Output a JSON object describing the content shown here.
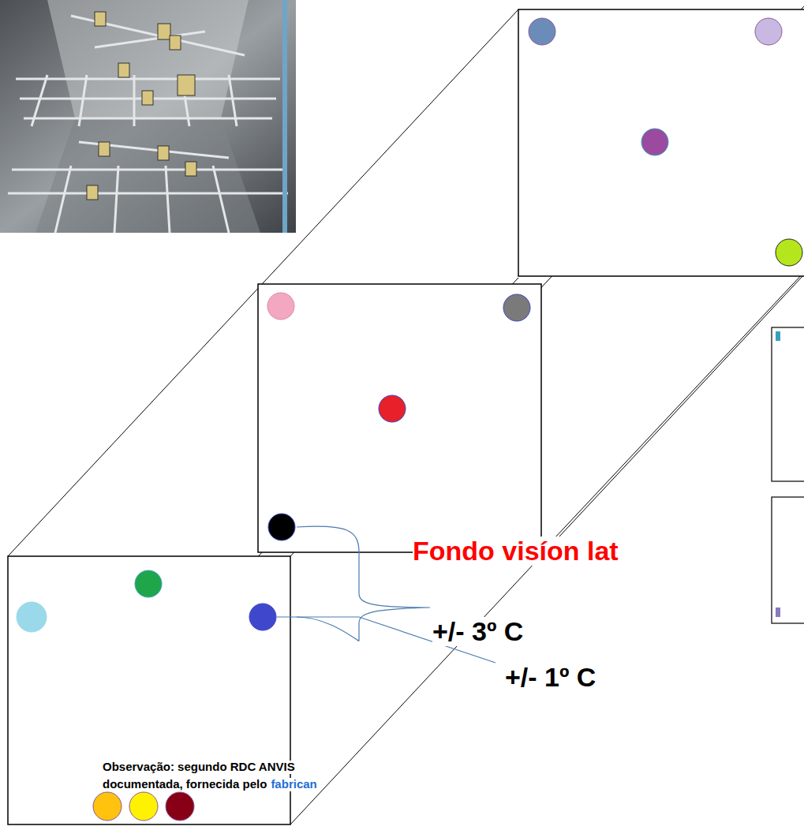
{
  "diagram": {
    "labels": [
      "Fondo visíon lat",
      "+/- 3º C",
      "+/- 1º C",
      "Observação:  segundo RDC ANVIS",
      "documentada, fornecida pelo",
      "fabrican"
    ]
  }
}
